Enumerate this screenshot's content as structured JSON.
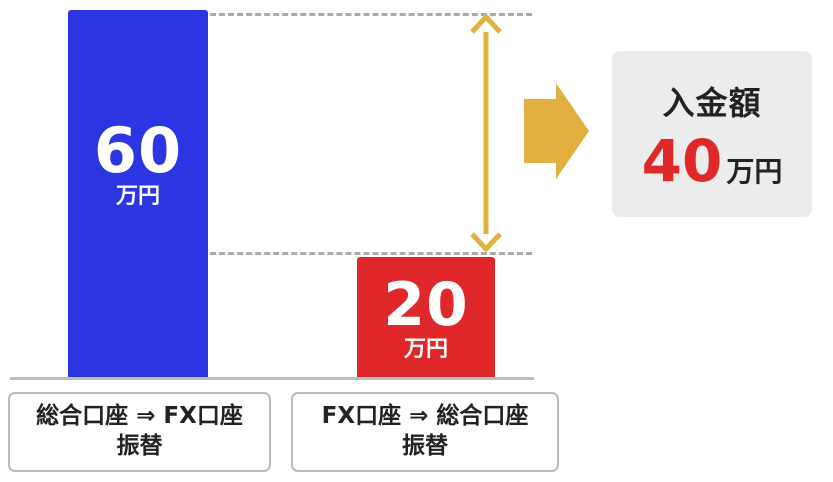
{
  "colors": {
    "left_bar": "#2b35e2",
    "right_bar": "#e0282a",
    "arrow": "#e1b03f",
    "result_number": "#e02828"
  },
  "bars": {
    "left": {
      "value": "60",
      "unit": "万円"
    },
    "right": {
      "value": "20",
      "unit": "万円"
    }
  },
  "labels": {
    "left": {
      "line1": "総合口座 ⇒ FX口座",
      "line2": "振替"
    },
    "right": {
      "line1": "FX口座 ⇒ 総合口座",
      "line2": "振替"
    }
  },
  "result": {
    "title": "入金額",
    "amount": "40",
    "unit": "万円"
  },
  "icons": [
    "double-headed-arrow-icon",
    "right-arrow-icon"
  ]
}
